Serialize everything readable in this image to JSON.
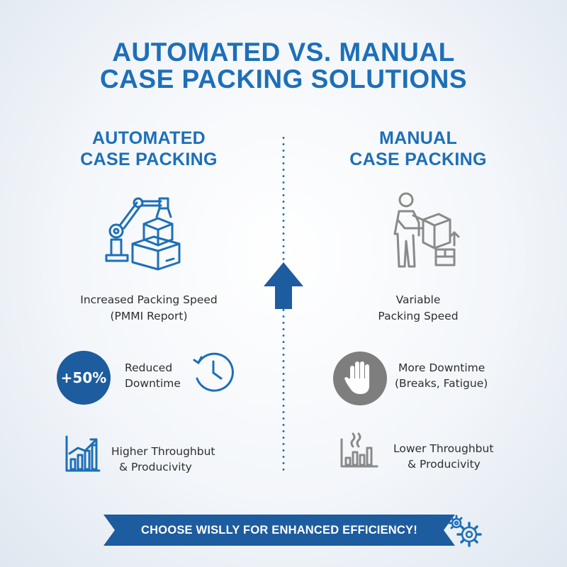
{
  "title": {
    "line1": "AUTOMATED VS. MANUAL",
    "line2": "CASE PACKING SOLUTIONS"
  },
  "automated": {
    "heading_line1": "AUTOMATED",
    "heading_line2": "CASE PACKING",
    "speed_line1": "Increased Packing Speed",
    "speed_line2": "(PMMI Report)",
    "badge": "+50%",
    "downtime_line1": "Reduced",
    "downtime_line2": "Downtime",
    "throughput_line1": "Higher Throughbut",
    "throughput_line2": "& Producivity",
    "icons": [
      "robot-arm-icon",
      "clock-icon",
      "bar-chart-up-icon"
    ]
  },
  "manual": {
    "heading_line1": "MANUAL",
    "heading_line2": "CASE PACKING",
    "speed_line1": "Variable",
    "speed_line2": "Packing Speed",
    "downtime_line1": "More Downtime",
    "downtime_line2": "(Breaks, Fatigue)",
    "throughput_line1": "Lower Throughbut",
    "throughput_line2": "& Producivity",
    "icons": [
      "worker-box-icon",
      "hand-stop-icon",
      "bar-chart-heat-icon"
    ]
  },
  "banner": {
    "text": "CHOOSE WISLLY FOR ENHANCED EFFICIENCY!"
  },
  "colors": {
    "accent": "#1d6fb8",
    "dark_accent": "#1d5c9e",
    "gray_icon": "#8a8a8a"
  }
}
